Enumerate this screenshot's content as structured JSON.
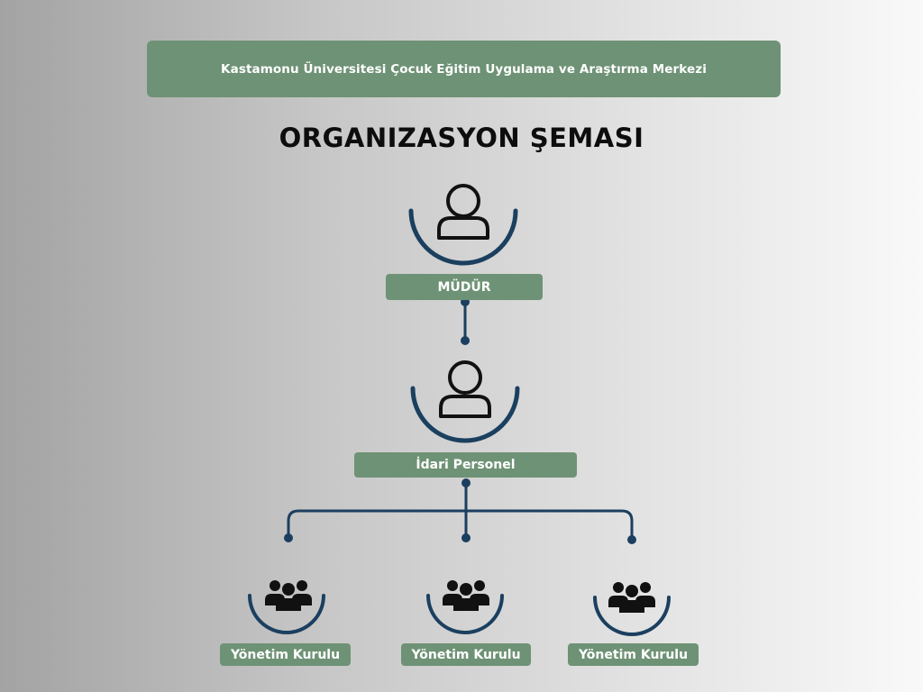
{
  "header": {
    "institution": "Kastamonu Üniversitesi Çocuk Eğitim Uygulama ve Araştırma Merkezi"
  },
  "title": "ORGANIZASYON ŞEMASI",
  "nodes": {
    "director": {
      "label": "MÜDÜR",
      "icon": "person-icon"
    },
    "admin": {
      "label": "İdari Personel",
      "icon": "person-icon"
    },
    "boards": [
      {
        "label": "Yönetim Kurulu",
        "icon": "group-icon"
      },
      {
        "label": "Yönetim Kurulu",
        "icon": "group-icon"
      },
      {
        "label": "Yönetim Kurulu",
        "icon": "group-icon"
      }
    ]
  },
  "colors": {
    "label_bg": "#6e9275",
    "arc": "#1b3f5f",
    "connector": "#1b3f5f",
    "icon": "#111111"
  }
}
